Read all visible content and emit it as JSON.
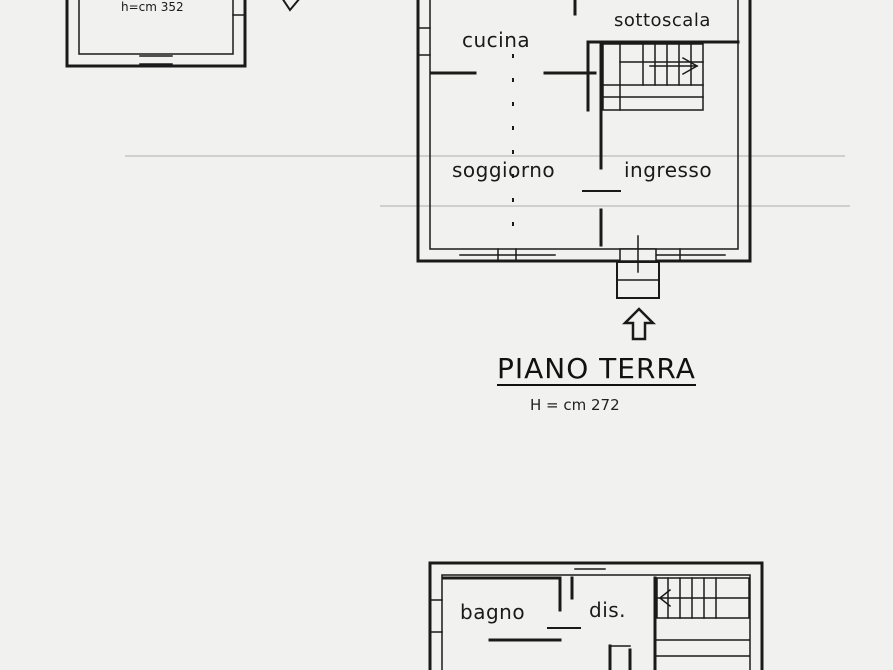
{
  "top_left_room": {
    "label": "h=cm 352"
  },
  "ground_floor": {
    "title": "PIANO TERRA",
    "height_label": "H = cm 272",
    "rooms": {
      "cucina": "cucina",
      "sottoscala": "sottoscala",
      "soggiorno": "soggiorno",
      "ingresso": "ingresso"
    }
  },
  "upper_floor": {
    "rooms": {
      "bagno": "bagno",
      "dis": "dis."
    }
  },
  "colors": {
    "ink": "#1a1a1a",
    "paper": "#f1f1ef"
  }
}
